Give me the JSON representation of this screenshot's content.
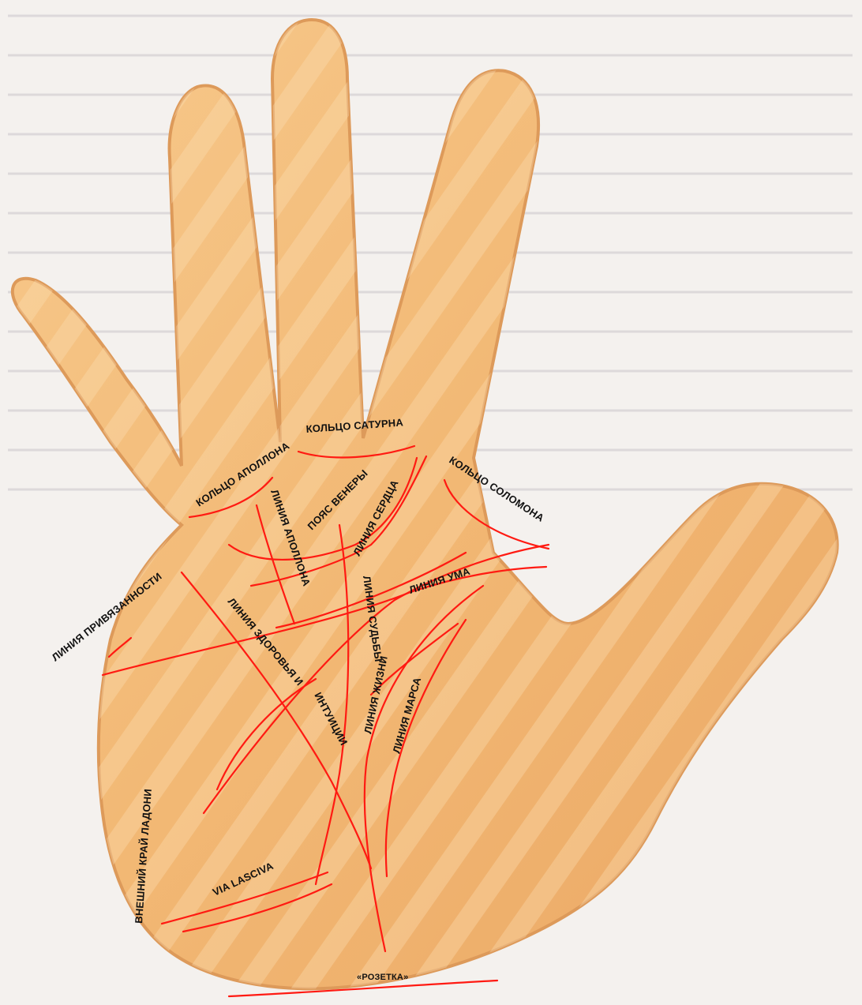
{
  "colors": {
    "skin": "#f1b878",
    "skin_light": "#f7cf98",
    "skin_edge": "#d99557",
    "line": "#ff1a12",
    "label": "#111111",
    "paper": "#f4f1ee"
  },
  "labels": {
    "ring_apollo": "КОЛЬЦО АПОЛЛОНА",
    "ring_saturn": "КОЛЬЦО САТУРНА",
    "ring_solomon": "КОЛЬЦО СОЛОМОНА",
    "belt_venus": "ПОЯС ВЕНЕРЫ",
    "line_apollo": "ЛИНИЯ АПОЛЛОНА",
    "line_heart": "ЛИНИЯ СЕРДЦА",
    "line_mind": "ЛИНИЯ УМА",
    "line_attachment": "ЛИНИЯ ПРИВЯЗАННОСТИ",
    "line_health_intuition_1": "ЛИНИЯ ЗДОРОВЬЯ И",
    "line_health_intuition_2": "ИНТУИЦИИ",
    "line_fate": "ЛИНИЯ СУДЬБЫ",
    "line_life": "ЛИНИЯ ЖИЗНИ",
    "line_mars": "ЛИНИЯ МАРСА",
    "outer_edge": "ВНЕШНИЙ КРАЙ ЛАДОНИ",
    "via_lasciva": "VIA LASCIVA",
    "rosette": "«РОЗЕТКА»"
  }
}
